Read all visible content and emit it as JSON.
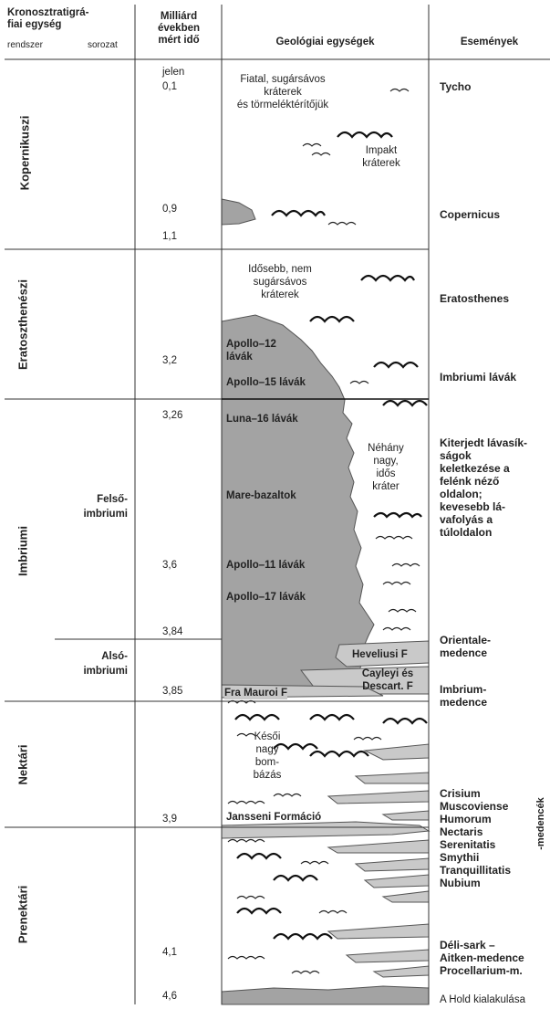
{
  "header": {
    "col1_line1": "Kronosztratigrá-",
    "col1_line2": "fiai egység",
    "col1_sub_system": "rendszer",
    "col1_sub_series": "sorozat",
    "col2_line1": "Milliárd",
    "col2_line2": "években",
    "col2_line3": "mért idő",
    "col3": "Geológiai egységek",
    "col4": "Események"
  },
  "systems": {
    "kopernikuszi": "Kopernikuszi",
    "eratosthenesi": "Eratoszthenészi",
    "imbriumi": "Imbriumi",
    "nektari": "Nektári",
    "prenektari": "Prenektári"
  },
  "series": {
    "felso_l1": "Felső-",
    "felso_l2": "imbriumi",
    "also_l1": "Alsó-",
    "also_l2": "imbriumi"
  },
  "times": {
    "jelen": "jelen",
    "t01": "0,1",
    "t09": "0,9",
    "t11": "1,1",
    "t32": "3,2",
    "t326": "3,26",
    "t36": "3,6",
    "t384": "3,84",
    "t385": "3,85",
    "t39": "3,9",
    "t41": "4,1",
    "t46": "4,6"
  },
  "units": {
    "fiatal_l1": "Fiatal, sugársávos",
    "fiatal_l2": "kráterek",
    "fiatal_l3": "és törmeléktérítőjük",
    "impakt_l1": "Impakt",
    "impakt_l2": "kráterek",
    "idosebb_l1": "Idősebb, nem",
    "idosebb_l2": "sugársávos",
    "idosebb_l3": "kráterek",
    "apollo12_l1": "Apollo–12",
    "apollo12_l2": "lávák",
    "apollo15": "Apollo–15 lávák",
    "luna16": "Luna–16 lávák",
    "nehany_l1": "Néhány",
    "nehany_l2": "nagy,",
    "nehany_l3": "idős",
    "nehany_l4": "kráter",
    "mare": "Mare-bazaltok",
    "apollo11": "Apollo–11 lávák",
    "apollo17": "Apollo–17 lávák",
    "hevelius": "Heveliusi F",
    "cayley_l1": "Cayleyi és",
    "cayley_l2": "Descart. F",
    "fra_mauro": "Fra Mauroi F",
    "kesoi_l1": "Késői",
    "kesoi_l2": "nagy",
    "kesoi_l3": "bom-",
    "kesoi_l4": "bázás",
    "janssen": "Jansseni Formáció"
  },
  "events": {
    "tycho": "Tycho",
    "copernicus": "Copernicus",
    "eratosthenes": "Eratosthenes",
    "imbriumi_lavak": "Imbriumi lávák",
    "kiterjedt_l1": "Kiterjedt lávasík-",
    "kiterjedt_l2": "ságok",
    "kiterjedt_l3": "keletkezése a",
    "kiterjedt_l4": "felénk néző",
    "kiterjedt_l5": "oldalon;",
    "kiterjedt_l6": "kevesebb lá-",
    "kiterjedt_l7": "vafolyás a",
    "kiterjedt_l8": "túloldalon",
    "orientale_l1": "Orientale-",
    "orientale_l2": "medence",
    "imbrium_l1": "Imbrium-",
    "imbrium_l2": "medence",
    "crisium": "Crisium",
    "muscoviense": "Muscoviense",
    "humorum": "Humorum",
    "nectaris": "Nectaris",
    "serenitatis": "Serenitatis",
    "smythii": "Smythii",
    "tranquillitatis": "Tranquillitatis",
    "nubium": "Nubium",
    "deli_l1": "Déli-sark –",
    "deli_l2": "Aitken-medence",
    "procellarium": "Procellarium-m.",
    "hold": "A Hold kialakulása",
    "medencek": "-medencék"
  },
  "colors": {
    "mare_fill": "#a3a3a3",
    "formation_fill": "#c9c9c9",
    "line": "#333333"
  }
}
